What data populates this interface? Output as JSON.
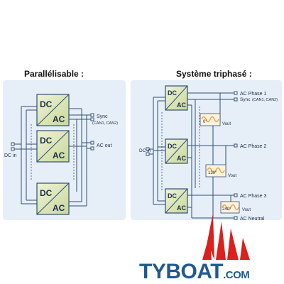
{
  "headings": {
    "left": "Parallélisable :",
    "right": "Système triphasé :"
  },
  "converter": {
    "top": "DC",
    "bottom": "AC"
  },
  "left_diagram": {
    "dc_in": "DC in",
    "sync": "Sync",
    "sync_sub": "(CAN1, CAN2)",
    "ac_out": "AC out"
  },
  "right_diagram": {
    "dc_in": "DC in",
    "phase1": "AC Phase 1",
    "sync": "Sync",
    "sync_sub": "(CAN1, CAN2)",
    "phase2": "AC Phase 2",
    "phase3": "AC Phase 3",
    "neutral": "AC Neutral",
    "vout": "Vout",
    "angle1": "0°",
    "angle2": "120°",
    "angle3": "240°"
  },
  "logo": {
    "name": "TYBOAT",
    "ext": ".COM"
  },
  "colors": {
    "panel": "#e6eef8",
    "box_fill": "#dde7b8",
    "box_stroke": "#2f4f76",
    "line": "#2f4f76",
    "wave": "#f0a040",
    "sail_red": "#d9211e",
    "logo_blue": "#1f5a92"
  }
}
